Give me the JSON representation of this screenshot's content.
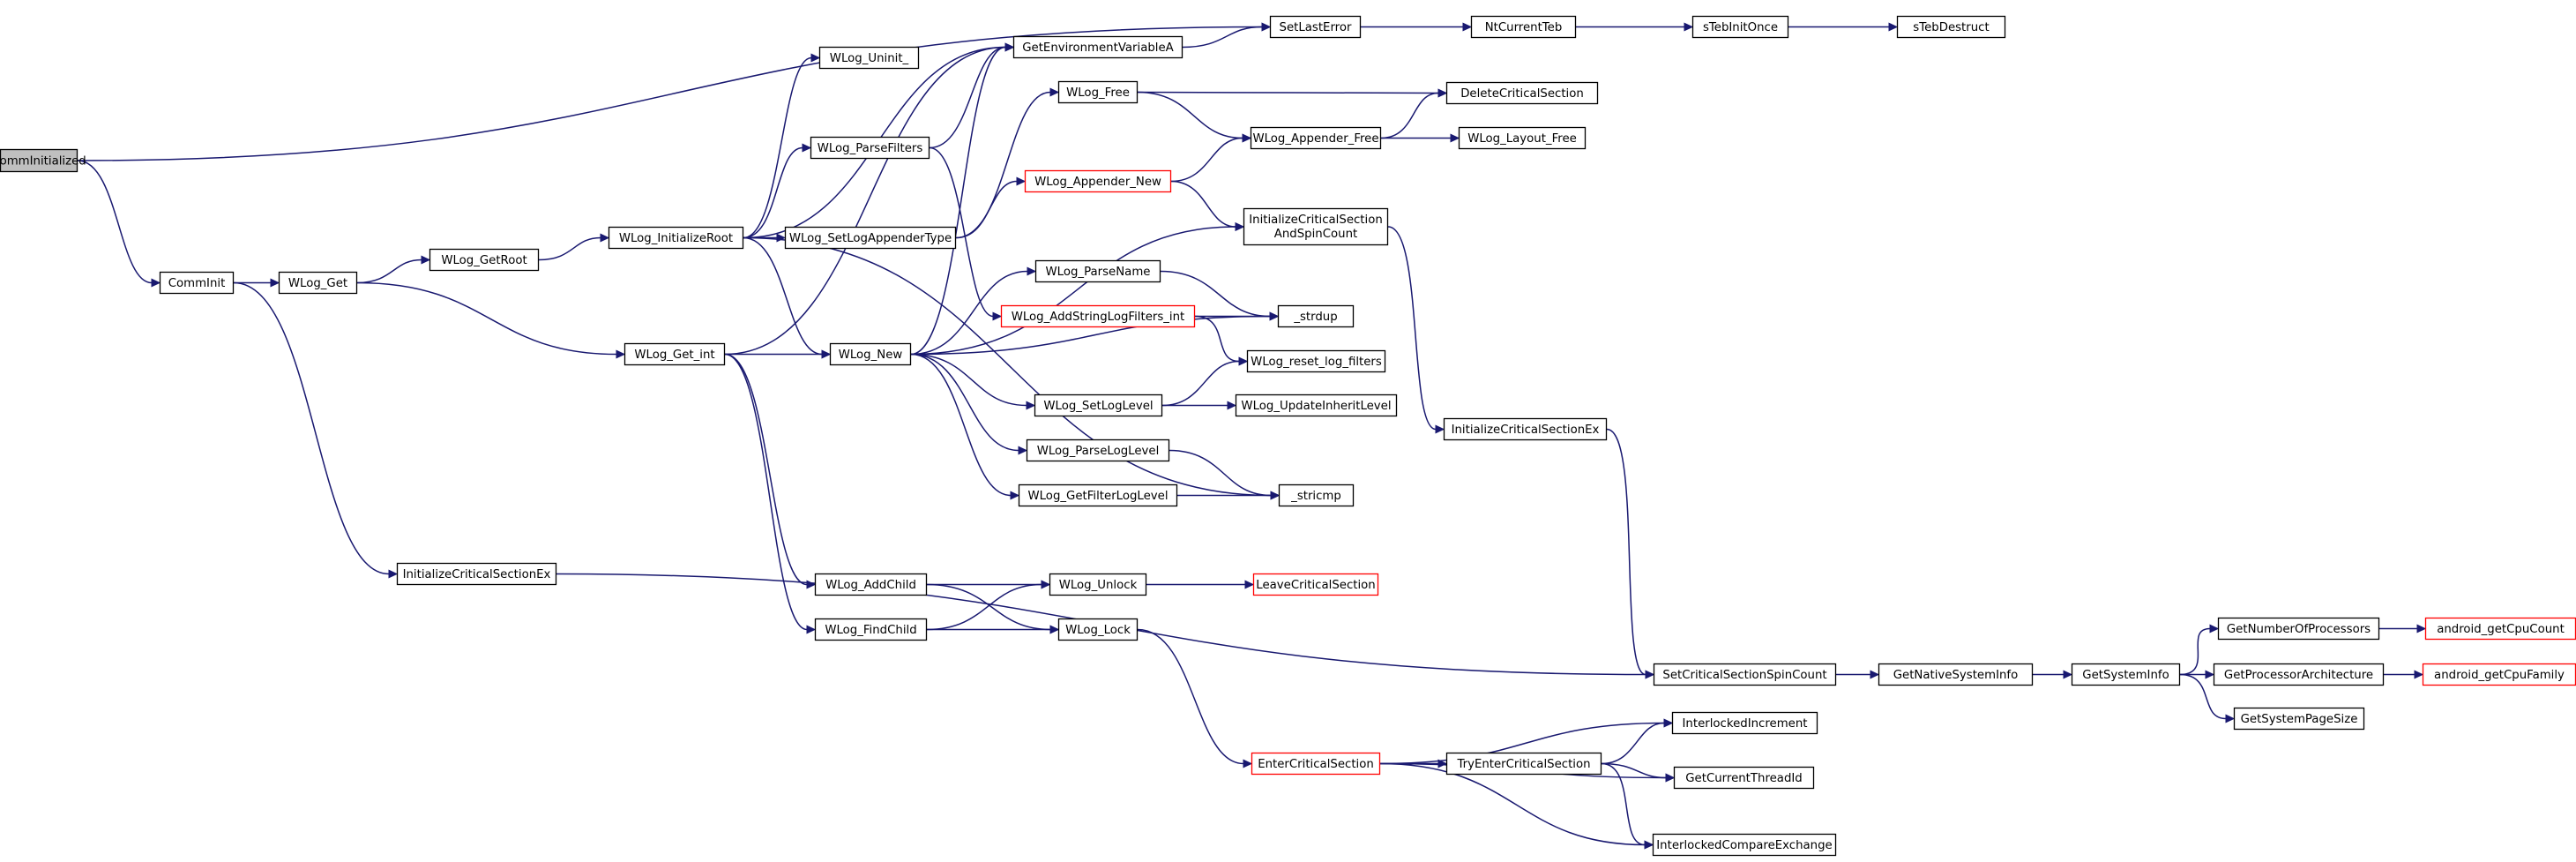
{
  "diagram": {
    "kind": "call-graph",
    "colors": {
      "edge": "#191970",
      "root_fill": "#bfbfbf",
      "node_border": "#000000",
      "external_border": "#ff0000"
    },
    "nodes": [
      {
        "id": "comminit_root",
        "label": "CommInitialized",
        "root": true
      },
      {
        "id": "comminit",
        "label": "CommInit"
      },
      {
        "id": "initcs_ex_left",
        "label": "InitializeCriticalSectionEx"
      },
      {
        "id": "wlog_get",
        "label": "WLog_Get"
      },
      {
        "id": "wlog_getroot",
        "label": "WLog_GetRoot"
      },
      {
        "id": "wlog_initroot",
        "label": "WLog_InitializeRoot"
      },
      {
        "id": "wlog_get_int",
        "label": "WLog_Get_int"
      },
      {
        "id": "wlog_uninit",
        "label": "WLog_Uninit_"
      },
      {
        "id": "wlog_parsefilters",
        "label": "WLog_ParseFilters"
      },
      {
        "id": "wlog_setlogappendertype",
        "label": "WLog_SetLogAppenderType"
      },
      {
        "id": "wlog_new",
        "label": "WLog_New"
      },
      {
        "id": "wlog_addchild",
        "label": "WLog_AddChild"
      },
      {
        "id": "wlog_findchild",
        "label": "WLog_FindChild"
      },
      {
        "id": "getenv",
        "label": "GetEnvironmentVariableA"
      },
      {
        "id": "wlog_free",
        "label": "WLog_Free"
      },
      {
        "id": "wlog_appender_new",
        "label": "WLog_Appender_New",
        "external": true
      },
      {
        "id": "wlog_parsename",
        "label": "WLog_ParseName"
      },
      {
        "id": "wlog_addstringfilters",
        "label": "WLog_AddStringLogFilters_int",
        "external": true
      },
      {
        "id": "wlog_setloglevel",
        "label": "WLog_SetLogLevel"
      },
      {
        "id": "wlog_parseloglevel",
        "label": "WLog_ParseLogLevel"
      },
      {
        "id": "wlog_getfilterloglevel",
        "label": "WLog_GetFilterLogLevel"
      },
      {
        "id": "wlog_unlock",
        "label": "WLog_Unlock"
      },
      {
        "id": "wlog_lock",
        "label": "WLog_Lock"
      },
      {
        "id": "setlasterror",
        "label": "SetLastError"
      },
      {
        "id": "wlog_appender_free",
        "label": "WLog_Appender_Free"
      },
      {
        "id": "initcs_spin",
        "label": "InitializeCriticalSection",
        "label2": "AndSpinCount"
      },
      {
        "id": "strdup",
        "label": "_strdup"
      },
      {
        "id": "wlog_reset_filters",
        "label": "WLog_reset_log_filters"
      },
      {
        "id": "wlog_updateinherit",
        "label": "WLog_UpdateInheritLevel"
      },
      {
        "id": "stricmp",
        "label": "_stricmp"
      },
      {
        "id": "leavecs",
        "label": "LeaveCriticalSection",
        "external": true
      },
      {
        "id": "entercs",
        "label": "EnterCriticalSection",
        "external": true
      },
      {
        "id": "ntcurrentteb",
        "label": "NtCurrentTeb"
      },
      {
        "id": "deletecs",
        "label": "DeleteCriticalSection"
      },
      {
        "id": "wlog_layout_free",
        "label": "WLog_Layout_Free"
      },
      {
        "id": "initcs_ex_right",
        "label": "InitializeCriticalSectionEx"
      },
      {
        "id": "trycs",
        "label": "TryEnterCriticalSection"
      },
      {
        "id": "steb_initonce",
        "label": "sTebInitOnce"
      },
      {
        "id": "setcs_spin",
        "label": "SetCriticalSectionSpinCount"
      },
      {
        "id": "interlockedinc",
        "label": "InterlockedIncrement"
      },
      {
        "id": "getcurrentthreadid",
        "label": "GetCurrentThreadId"
      },
      {
        "id": "interlockedcmpx",
        "label": "InterlockedCompareExchange"
      },
      {
        "id": "steb_destruct",
        "label": "sTebDestruct"
      },
      {
        "id": "getnativesysinfo",
        "label": "GetNativeSystemInfo"
      },
      {
        "id": "getsysinfo",
        "label": "GetSystemInfo"
      },
      {
        "id": "getnumproc",
        "label": "GetNumberOfProcessors"
      },
      {
        "id": "getprocarch",
        "label": "GetProcessorArchitecture"
      },
      {
        "id": "getsyspagesize",
        "label": "GetSystemPageSize"
      },
      {
        "id": "android_cpucount",
        "label": "android_getCpuCount",
        "external": true
      },
      {
        "id": "android_cpufamily",
        "label": "android_getCpuFamily",
        "external": true
      }
    ],
    "edges": [
      [
        "comminit_root",
        "setlasterror"
      ],
      [
        "comminit_root",
        "comminit"
      ],
      [
        "comminit",
        "wlog_get"
      ],
      [
        "comminit",
        "initcs_ex_left"
      ],
      [
        "wlog_get",
        "wlog_getroot"
      ],
      [
        "wlog_get",
        "wlog_get_int"
      ],
      [
        "wlog_getroot",
        "wlog_initroot"
      ],
      [
        "wlog_initroot",
        "wlog_uninit"
      ],
      [
        "wlog_initroot",
        "getenv"
      ],
      [
        "wlog_initroot",
        "wlog_parsefilters"
      ],
      [
        "wlog_initroot",
        "wlog_setlogappendertype"
      ],
      [
        "wlog_initroot",
        "wlog_new"
      ],
      [
        "wlog_initroot",
        "stricmp"
      ],
      [
        "wlog_parsefilters",
        "getenv"
      ],
      [
        "wlog_parsefilters",
        "wlog_addstringfilters"
      ],
      [
        "wlog_setlogappendertype",
        "wlog_free"
      ],
      [
        "wlog_setlogappendertype",
        "wlog_appender_new"
      ],
      [
        "wlog_get_int",
        "getenv"
      ],
      [
        "wlog_get_int",
        "wlog_new"
      ],
      [
        "wlog_get_int",
        "wlog_addchild"
      ],
      [
        "wlog_get_int",
        "wlog_findchild"
      ],
      [
        "wlog_new",
        "getenv"
      ],
      [
        "wlog_new",
        "initcs_spin"
      ],
      [
        "wlog_new",
        "wlog_parsename"
      ],
      [
        "wlog_new",
        "strdup"
      ],
      [
        "wlog_new",
        "wlog_setloglevel"
      ],
      [
        "wlog_new",
        "wlog_parseloglevel"
      ],
      [
        "wlog_new",
        "wlog_getfilterloglevel"
      ],
      [
        "getenv",
        "setlasterror"
      ],
      [
        "wlog_free",
        "deletecs"
      ],
      [
        "wlog_free",
        "wlog_appender_free"
      ],
      [
        "wlog_appender_new",
        "wlog_appender_free"
      ],
      [
        "wlog_appender_new",
        "initcs_spin"
      ],
      [
        "wlog_appender_free",
        "deletecs"
      ],
      [
        "wlog_appender_free",
        "wlog_layout_free"
      ],
      [
        "wlog_parsename",
        "strdup"
      ],
      [
        "wlog_addstringfilters",
        "strdup"
      ],
      [
        "wlog_addstringfilters",
        "wlog_reset_filters"
      ],
      [
        "wlog_setloglevel",
        "wlog_reset_filters"
      ],
      [
        "wlog_setloglevel",
        "wlog_updateinherit"
      ],
      [
        "wlog_parseloglevel",
        "stricmp"
      ],
      [
        "wlog_getfilterloglevel",
        "stricmp"
      ],
      [
        "wlog_addchild",
        "wlog_unlock"
      ],
      [
        "wlog_addchild",
        "wlog_lock"
      ],
      [
        "wlog_findchild",
        "wlog_unlock"
      ],
      [
        "wlog_findchild",
        "wlog_lock"
      ],
      [
        "wlog_unlock",
        "leavecs"
      ],
      [
        "wlog_lock",
        "entercs"
      ],
      [
        "setlasterror",
        "ntcurrentteb"
      ],
      [
        "ntcurrentteb",
        "steb_initonce"
      ],
      [
        "steb_initonce",
        "steb_destruct"
      ],
      [
        "initcs_spin",
        "initcs_ex_right"
      ],
      [
        "initcs_ex_right",
        "setcs_spin"
      ],
      [
        "initcs_ex_left",
        "setcs_spin"
      ],
      [
        "setcs_spin",
        "getnativesysinfo"
      ],
      [
        "getnativesysinfo",
        "getsysinfo"
      ],
      [
        "getsysinfo",
        "getnumproc"
      ],
      [
        "getsysinfo",
        "getprocarch"
      ],
      [
        "getsysinfo",
        "getsyspagesize"
      ],
      [
        "getnumproc",
        "android_cpucount"
      ],
      [
        "getprocarch",
        "android_cpufamily"
      ],
      [
        "entercs",
        "interlockedinc"
      ],
      [
        "entercs",
        "trycs"
      ],
      [
        "entercs",
        "getcurrentthreadid"
      ],
      [
        "entercs",
        "interlockedcmpx"
      ],
      [
        "trycs",
        "interlockedinc"
      ],
      [
        "trycs",
        "getcurrentthreadid"
      ],
      [
        "trycs",
        "interlockedcmpx"
      ]
    ]
  }
}
